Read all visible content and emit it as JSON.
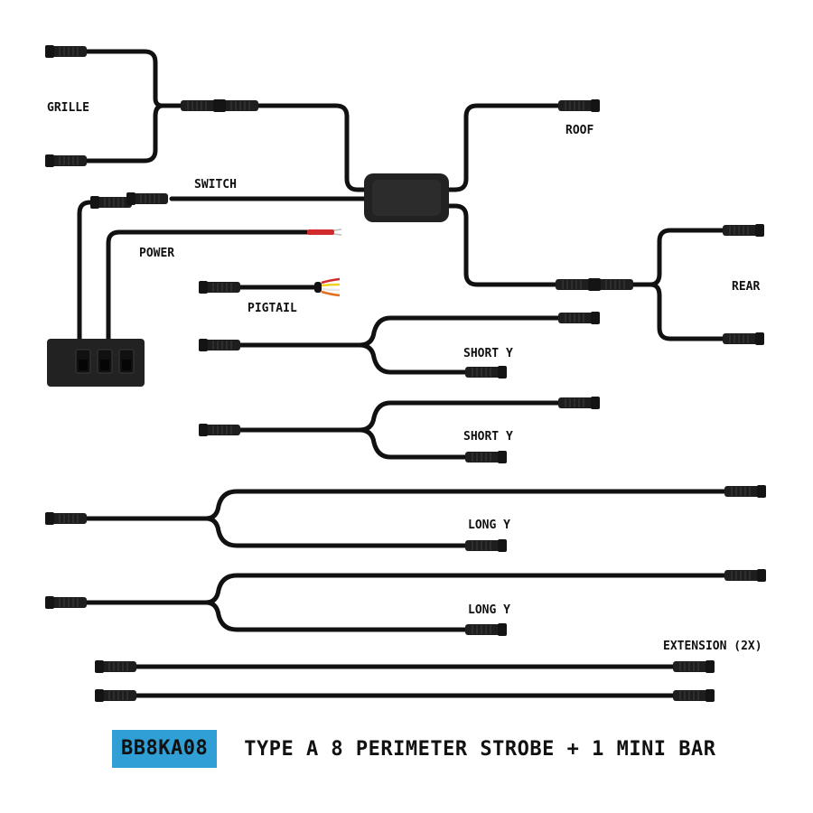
{
  "labels": {
    "grille": "GRILLE",
    "switch": "SWITCH",
    "power": "POWER",
    "roof": "ROOF",
    "rear": "REAR",
    "pigtail": "PIGTAIL",
    "short_y_1": "SHORT Y",
    "short_y_2": "SHORT Y",
    "long_y_1": "LONG Y",
    "long_y_2": "LONG Y",
    "extension": "EXTENSION (2X)"
  },
  "footer": {
    "sku": "BB8KA08",
    "title": "TYPE A 8 PERIMETER STROBE + 1 MINI BAR"
  },
  "colors": {
    "wire": "#111111",
    "connector": "#1e1e1e",
    "connector_ring": "#3a3a3a",
    "hub": "#222222",
    "switch_panel": "#222222",
    "sku_badge": "#2f9fd6",
    "power_red": "#d22b2b",
    "pigtail_wires": [
      "#d22b2b",
      "#f0d020",
      "#e8e8e8",
      "#e07020"
    ]
  }
}
